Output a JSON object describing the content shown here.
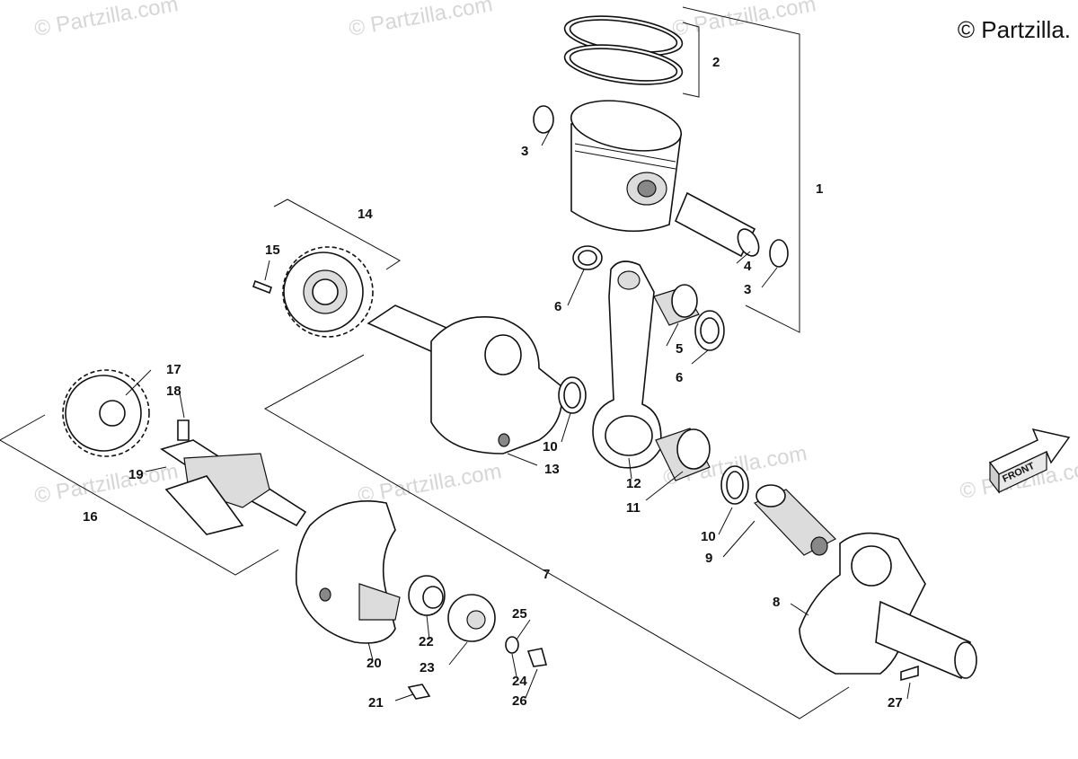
{
  "copyright": "© Partzilla.",
  "watermark": "© Partzilla.com",
  "front_arrow_label": "FRONT",
  "callouts": {
    "c1": "1",
    "c2": "2",
    "c3a": "3",
    "c3b": "3",
    "c4": "4",
    "c5": "5",
    "c6a": "6",
    "c6b": "6",
    "c7": "7",
    "c8": "8",
    "c9": "9",
    "c10a": "10",
    "c10b": "10",
    "c11": "11",
    "c12": "12",
    "c13": "13",
    "c14": "14",
    "c15": "15",
    "c16": "16",
    "c17": "17",
    "c18": "18",
    "c19": "19",
    "c20": "20",
    "c21": "21",
    "c22": "22",
    "c23": "23",
    "c24": "24",
    "c25": "25",
    "c26": "26",
    "c27": "27"
  }
}
